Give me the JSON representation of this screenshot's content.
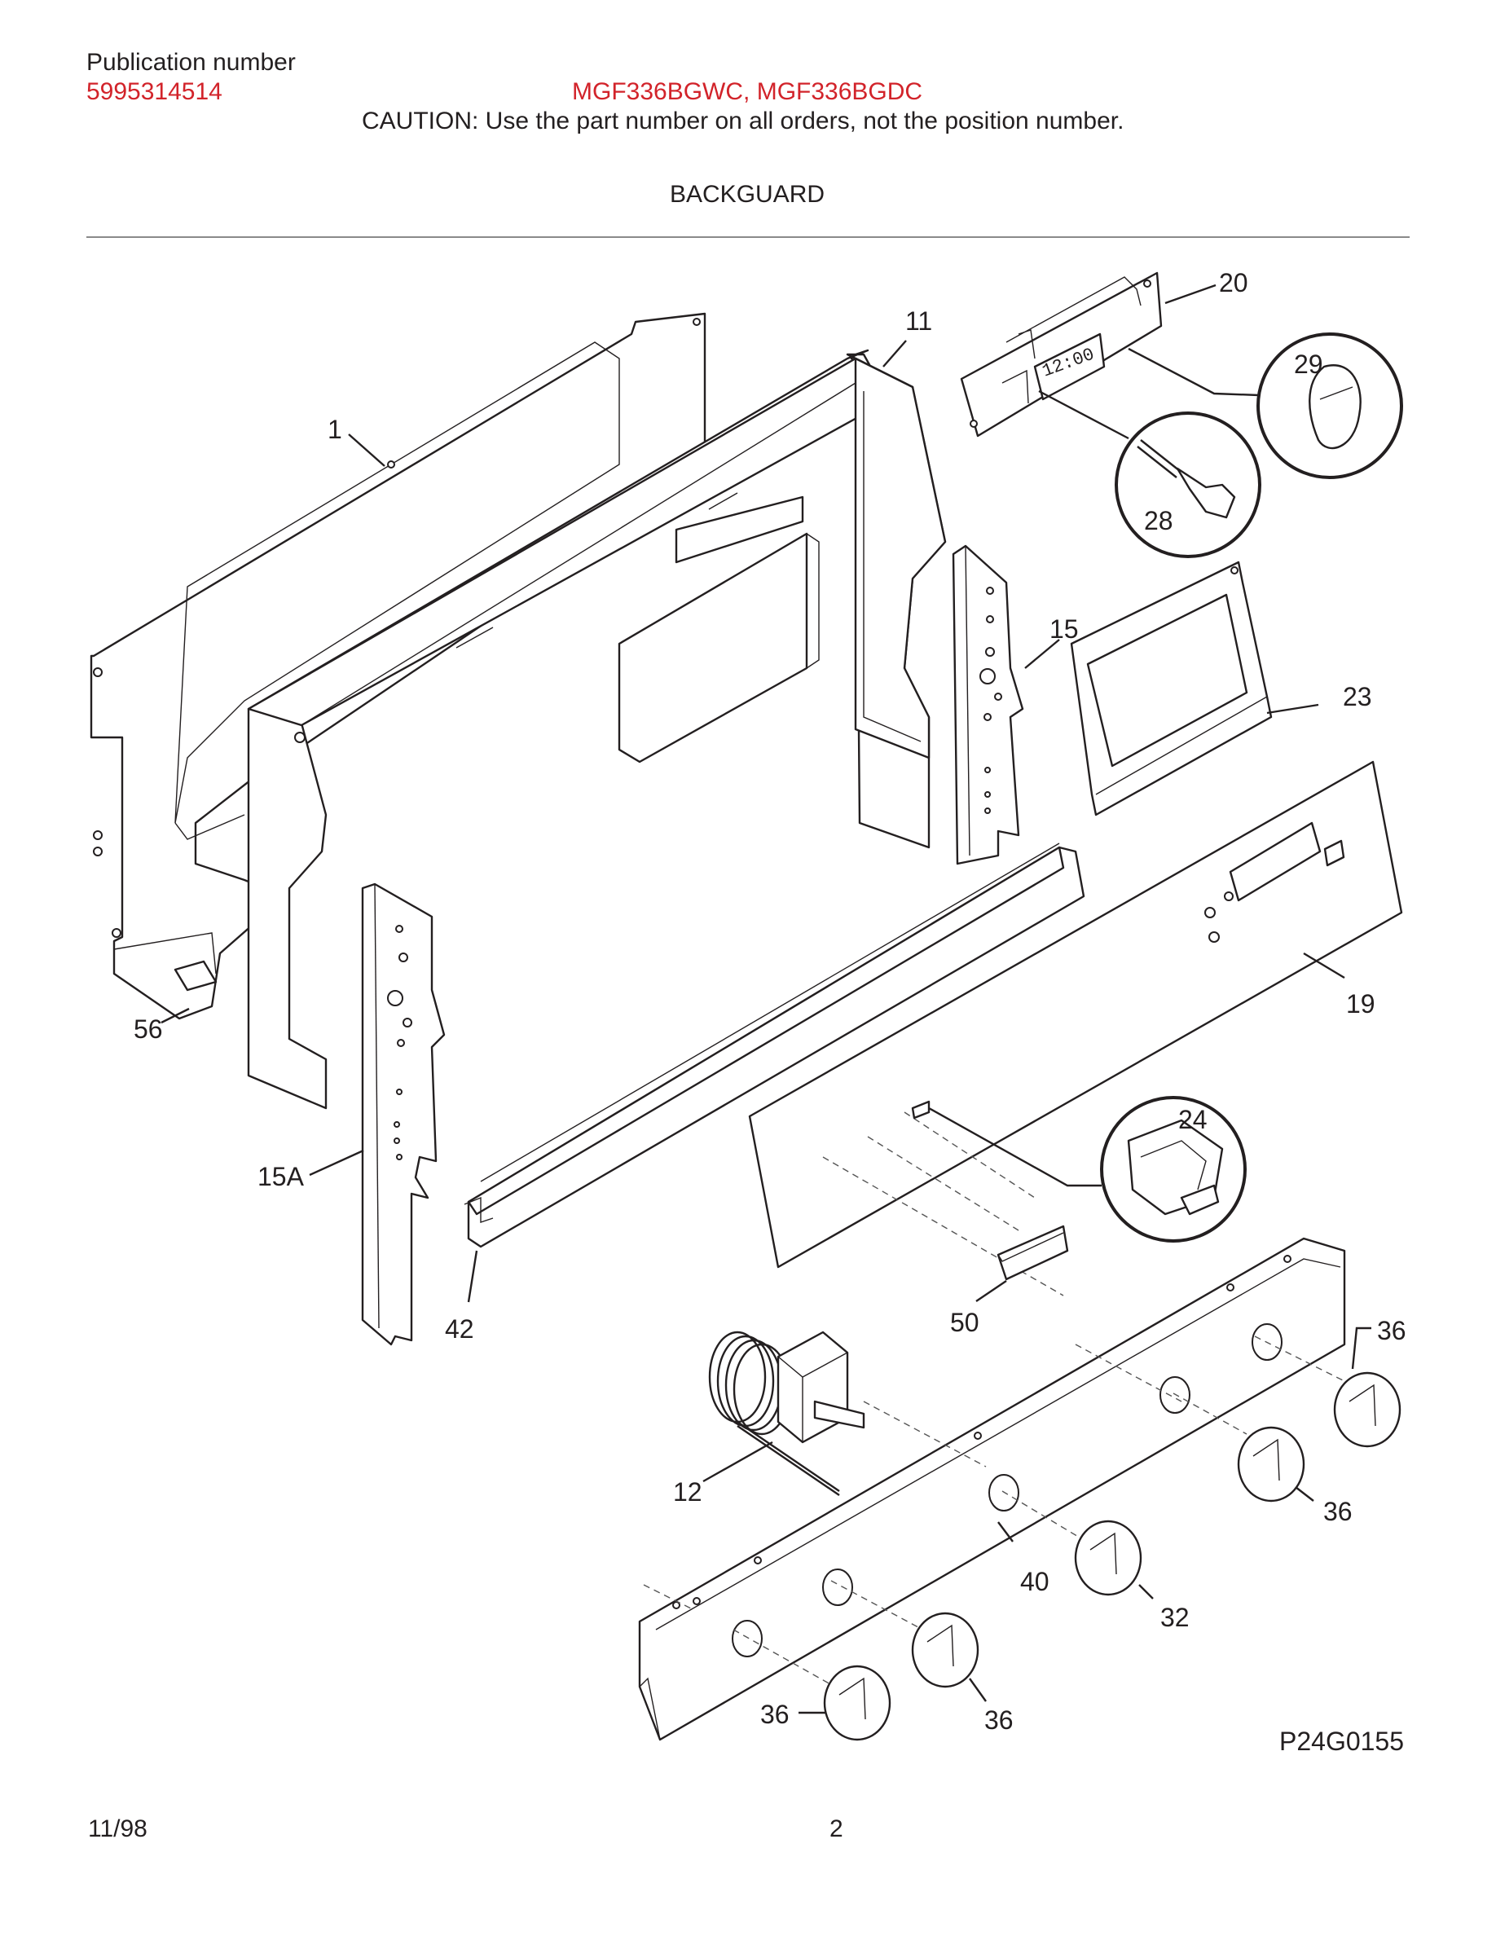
{
  "header": {
    "publication_label": "Publication number",
    "publication_number": "5995314514",
    "models": "MGF336BGWC, MGF336BGDC",
    "caution": "CAUTION:  Use the part number on all orders, not the position number.",
    "section_title": "BACKGUARD"
  },
  "diagram": {
    "clock_display": "12:00",
    "callouts": {
      "c1": "1",
      "c11": "11",
      "c20": "20",
      "c29": "29",
      "c28": "28",
      "c15": "15",
      "c23": "23",
      "c19": "19",
      "c56": "56",
      "c15a": "15A",
      "c24": "24",
      "c42": "42",
      "c50": "50",
      "c36a": "36",
      "c36b": "36",
      "c36c": "36",
      "c36d": "36",
      "c12": "12",
      "c40": "40",
      "c32": "32"
    },
    "drawing_code": "P24G0155"
  },
  "footer": {
    "date": "11/98",
    "page": "2"
  },
  "colors": {
    "accent_red": "#d2232a",
    "ink": "#231f20"
  }
}
